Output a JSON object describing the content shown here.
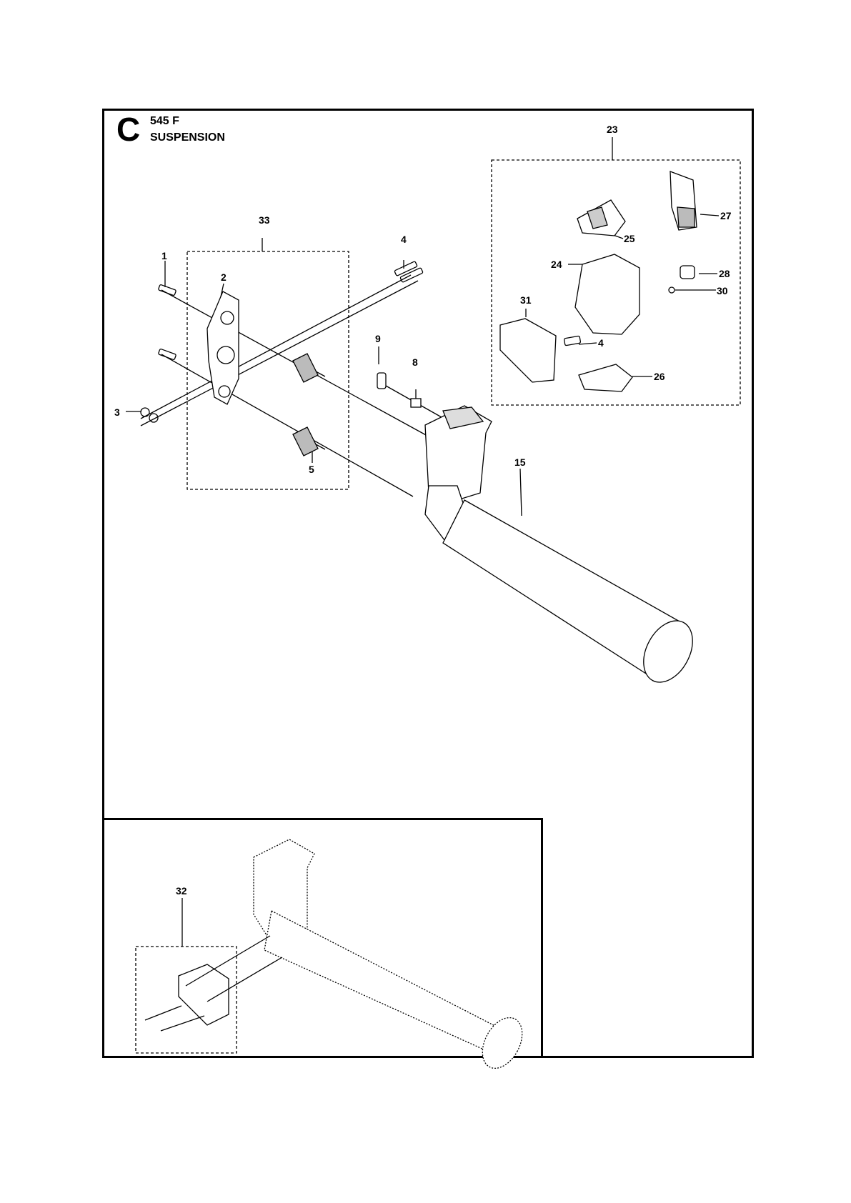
{
  "header": {
    "section_letter": "C",
    "model": "545 F",
    "title": "SUSPENSION"
  },
  "callouts": {
    "c1": "1",
    "c2": "2",
    "c3": "3",
    "c4a": "4",
    "c4b": "4",
    "c5": "5",
    "c8": "8",
    "c9": "9",
    "c15": "15",
    "c23": "23",
    "c24": "24",
    "c25": "25",
    "c26": "26",
    "c27": "27",
    "c28": "28",
    "c30": "30",
    "c31": "31",
    "c32": "32",
    "c33": "33"
  }
}
